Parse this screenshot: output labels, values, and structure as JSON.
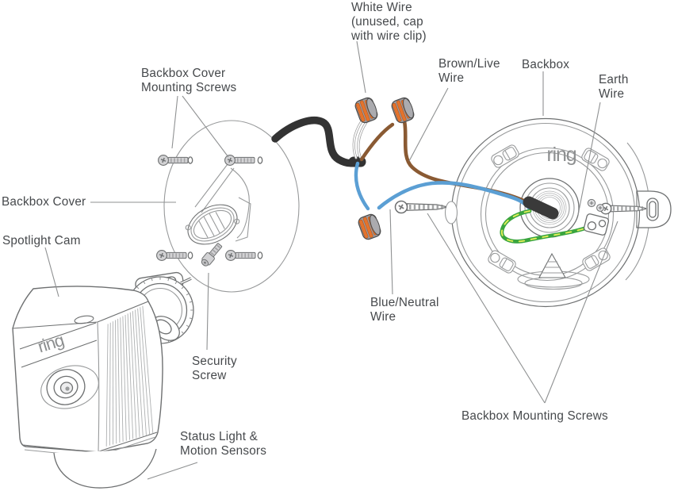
{
  "labels": {
    "white_wire": {
      "lines": [
        "White Wire",
        "(unused, cap",
        "with wire clip)"
      ]
    },
    "brown_live": {
      "lines": [
        "Brown/Live",
        "Wire"
      ]
    },
    "backbox": {
      "lines": [
        "Backbox"
      ]
    },
    "earth_wire": {
      "lines": [
        "Earth",
        "Wire"
      ]
    },
    "cover_screws": {
      "lines": [
        "Backbox Cover",
        "Mounting Screws"
      ]
    },
    "backbox_cover": {
      "lines": [
        "Backbox Cover"
      ]
    },
    "spotlight_cam": {
      "lines": [
        "Spotlight Cam"
      ]
    },
    "security_screw": {
      "lines": [
        "Security",
        "Screw"
      ]
    },
    "status_light": {
      "lines": [
        "Status Light &",
        "Motion Sensors"
      ]
    },
    "blue_neutral": {
      "lines": [
        "Blue/Neutral",
        "Wire"
      ]
    },
    "backbox_mounting": {
      "lines": [
        "Backbox Mounting Screws"
      ]
    }
  },
  "logos": {
    "backbox": "ring",
    "camera": "ring"
  },
  "colors": {
    "label_text": "#46494c",
    "leader": "#8f9192",
    "line_art": "#989a9b",
    "line_art_dark": "#6e7071",
    "cable_black": "#333333",
    "wire_white": "#ffffff",
    "wire_white_edge": "#9b9b9b",
    "wire_brown": "#8a5a33",
    "wire_blue": "#5b9fd4",
    "wire_green": "#3aa53f",
    "wire_yellow": "#e3ef5a",
    "connector_body": "#9c9ca0",
    "connector_orange": "#e4732c",
    "connector_edge": "#4c4c4c",
    "screw_fill": "#d2d2d4",
    "logo_gray": "#8d8f90"
  }
}
